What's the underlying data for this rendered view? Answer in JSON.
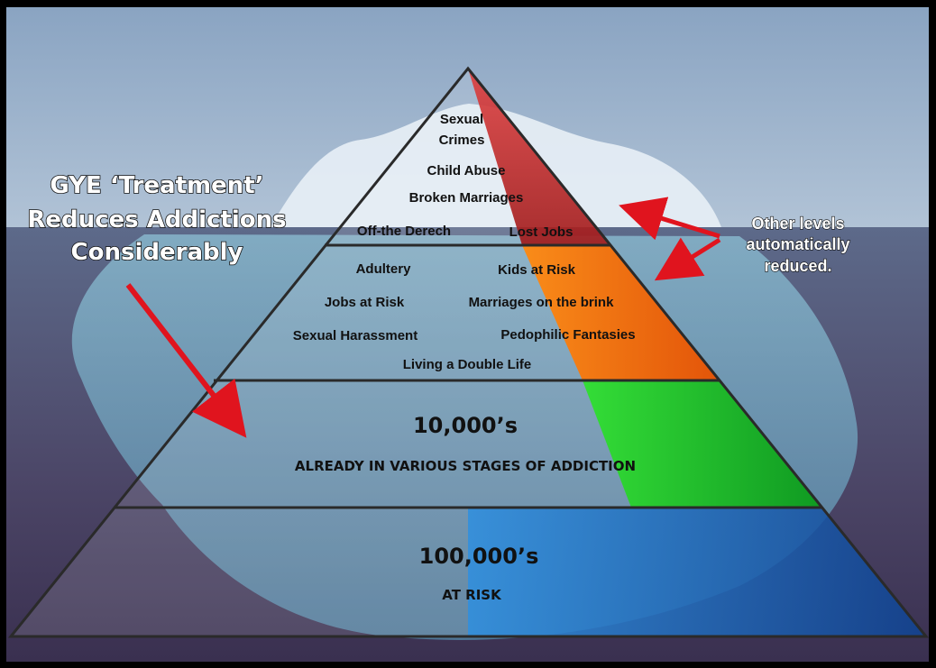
{
  "left_callout": {
    "line1": "GYE ‘Treatment’",
    "line2": "Reduces Addictions",
    "line3": "Considerably"
  },
  "right_callout": {
    "line1": "Other levels",
    "line2": "automatically",
    "line3": "reduced."
  },
  "tier1": {
    "items": [
      "Sexual",
      "Crimes",
      "Child Abuse",
      "Broken Marriages",
      "Off-the Derech",
      "Lost Jobs"
    ]
  },
  "tier2": {
    "items": [
      "Adultery",
      "Kids at Risk",
      "Jobs at Risk",
      "Marriages on the brink",
      "Sexual Harassment",
      "Pedophilic Fantasies",
      "Living a Double Life"
    ]
  },
  "tier3": {
    "count": "10,000’s",
    "label": "ALREADY IN VARIOUS STAGES OF ADDICTION"
  },
  "tier4": {
    "count": "100,000’s",
    "label": "AT RISK"
  },
  "colors": {
    "tier1_wedge": "#c8202a",
    "tier2_wedge": "#ff6a00",
    "tier3_wedge": "#10d010",
    "tier4_wedge": "#1060c0",
    "arrow": "#e0141e",
    "sky": "#a9bfd6",
    "water": "#4a4a6a"
  }
}
